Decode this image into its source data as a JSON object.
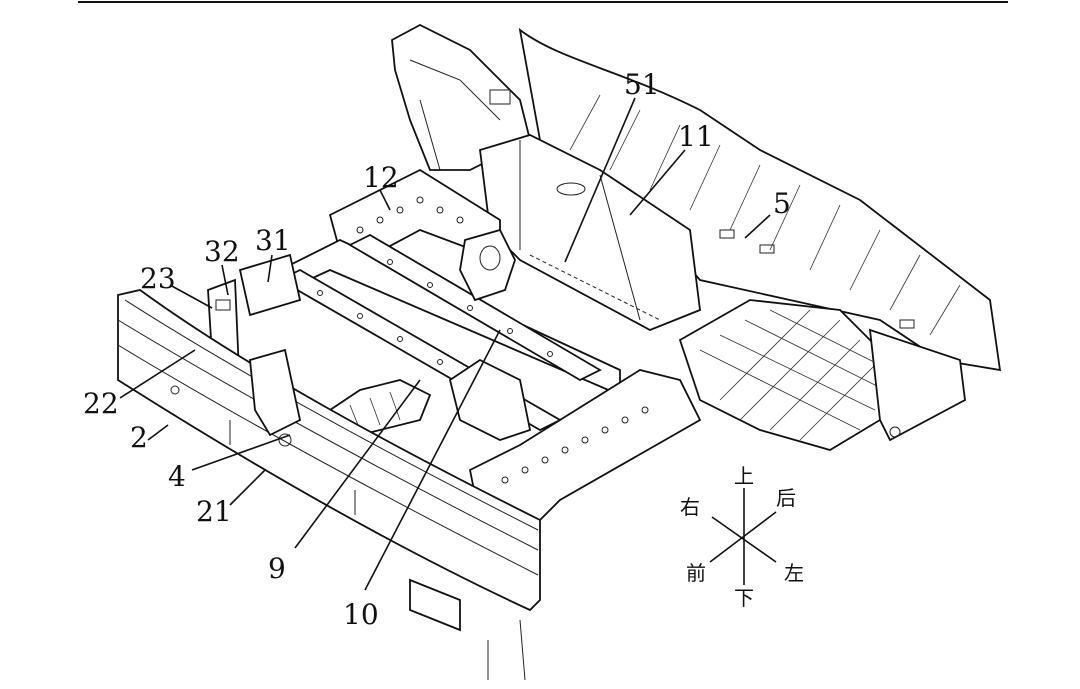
{
  "figure": {
    "part_labels": [
      "51",
      "11",
      "5",
      "12",
      "31",
      "32",
      "23",
      "22",
      "2",
      "4",
      "21",
      "9",
      "10"
    ],
    "direction_labels": {
      "up": "上",
      "down": "下",
      "front": "前",
      "rear": "后",
      "left": "左",
      "right": "右"
    }
  }
}
